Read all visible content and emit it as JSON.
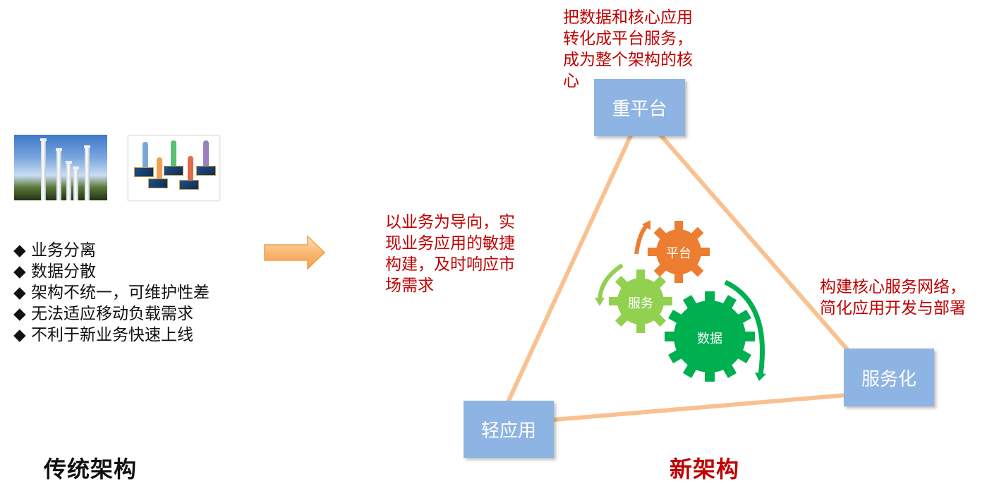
{
  "left": {
    "bullets": [
      "业务分离",
      "数据分散",
      "架构不统一，可维护性差",
      "无法适应移动负载需求",
      "不利于新业务快速上线"
    ],
    "bullet_symbol": "◆",
    "title": "传统架构"
  },
  "right": {
    "title": "新架构",
    "nodes": {
      "top": "重平台",
      "right": "服务化",
      "left": "轻应用"
    },
    "notes": {
      "top": "把数据和核心应用转化成平台服务，成为整个架构的核心",
      "top_lines": [
        "把数据和核心应用",
        "转化成平台服务，",
        "成为整个架构的核",
        "心"
      ],
      "left_lines": [
        "以业务为导向，实",
        "现业务应用的敏捷",
        "构建，及时响应市",
        "场需求"
      ],
      "right_lines": [
        "构建核心服务网络，",
        "简化应用开发与部署"
      ]
    },
    "gears": {
      "orange": "平台",
      "green_light": "服务",
      "green_dark": "数据"
    }
  },
  "colors": {
    "accent_red": "#c00000",
    "node_blue": "#8eb4e3",
    "triangle_line": "#fac090",
    "gear_orange": "#ed7d31",
    "gear_light_green": "#92d050",
    "gear_dark_green": "#00b050",
    "arrow_orange": "#f8b56b"
  }
}
